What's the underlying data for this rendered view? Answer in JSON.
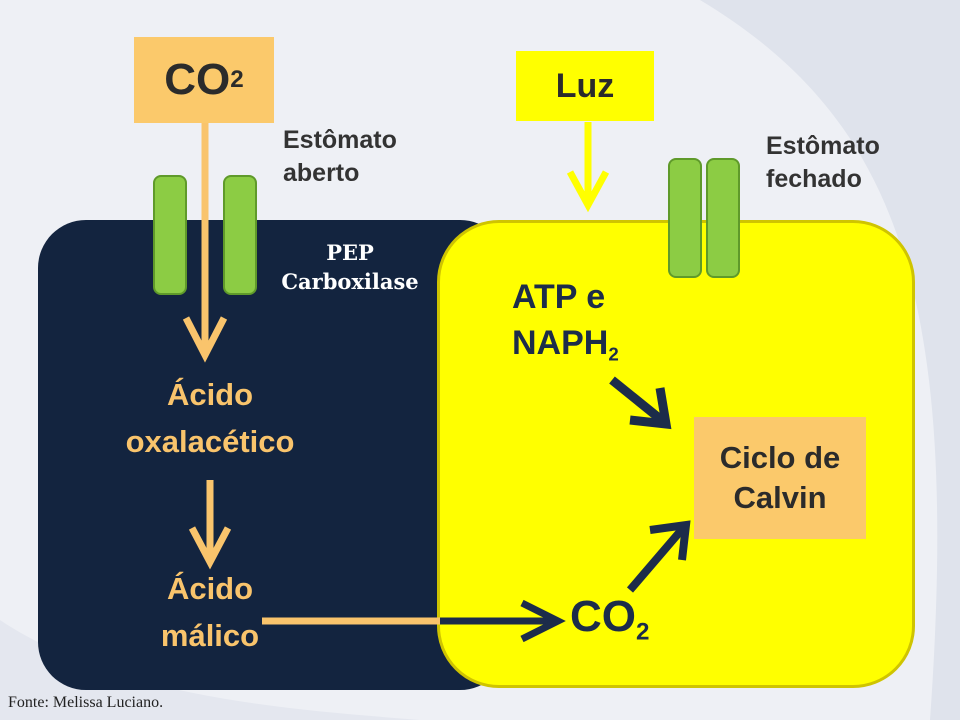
{
  "co2_top": {
    "main": "CO",
    "sub": "2"
  },
  "luz": "Luz",
  "stomata": {
    "open_label": [
      "Estômato",
      "aberto"
    ],
    "closed_label": [
      "Estômato",
      "fechado"
    ]
  },
  "enzyme": [
    "PEP",
    "Carboxilase"
  ],
  "dark_cell": {
    "oxaloacetic": [
      "Ácido",
      "oxalacético"
    ],
    "malic": [
      "Ácido",
      "málico"
    ]
  },
  "yellow_cell": {
    "atp_line1": "ATP e",
    "naph": {
      "main": "NAPH",
      "sub": "2"
    },
    "co2": {
      "main": "CO",
      "sub": "2"
    },
    "calvin": [
      "Ciclo de",
      "Calvin"
    ]
  },
  "source": "Fonte: Melissa Luciano.",
  "colors": {
    "dark_cell": "#13243f",
    "yellow_cell": "#ffff00",
    "orange": "#fbc96b",
    "arrow_orange": "#f9c46c",
    "arrow_dark": "#1c2c4a",
    "stomata_green": "#8ccc44"
  }
}
